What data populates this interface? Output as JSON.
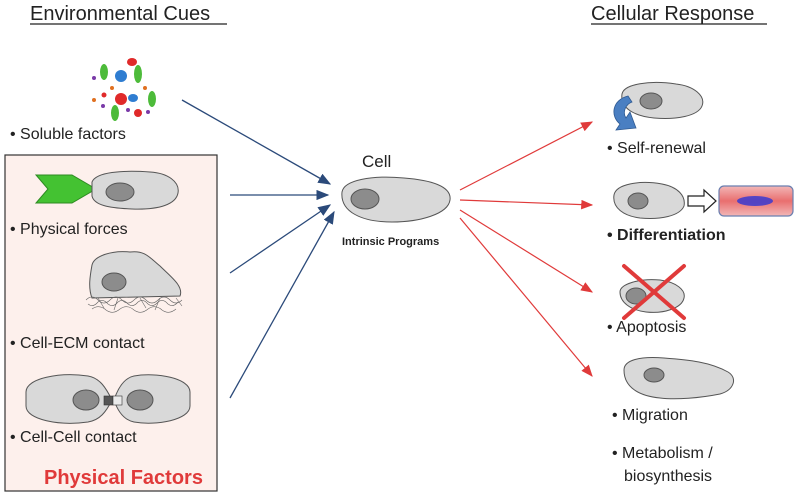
{
  "headings": {
    "left": "Environmental Cues",
    "right": "Cellular Response"
  },
  "cues": {
    "soluble": "• Soluble factors",
    "physical_forces": "• Physical forces",
    "cell_ecm": "• Cell-ECM contact",
    "cell_cell": "• Cell-Cell contact",
    "group_label": "Physical Factors"
  },
  "center": {
    "title": "Cell",
    "subtitle": "Intrinsic Programs"
  },
  "responses": {
    "self_renewal": "• Self-renewal",
    "differentiation": "• Differentiation",
    "apoptosis": "• Apoptosis",
    "migration": "• Migration",
    "metabolism_line1": "• Metabolism /",
    "metabolism_line2": "biosynthesis"
  },
  "colors": {
    "box_fill": "#fdf0ec",
    "group_label": "#e03a3a",
    "input_arrow": "#2b4a7a",
    "output_arrow": "#e03a3a",
    "cell_fill": "#d9d9d9",
    "nucleus_fill": "#8c8c8c",
    "force_arrow": "#44c232",
    "renewal_arrow": "#4a7fc2",
    "cross": "#e03a3a"
  }
}
